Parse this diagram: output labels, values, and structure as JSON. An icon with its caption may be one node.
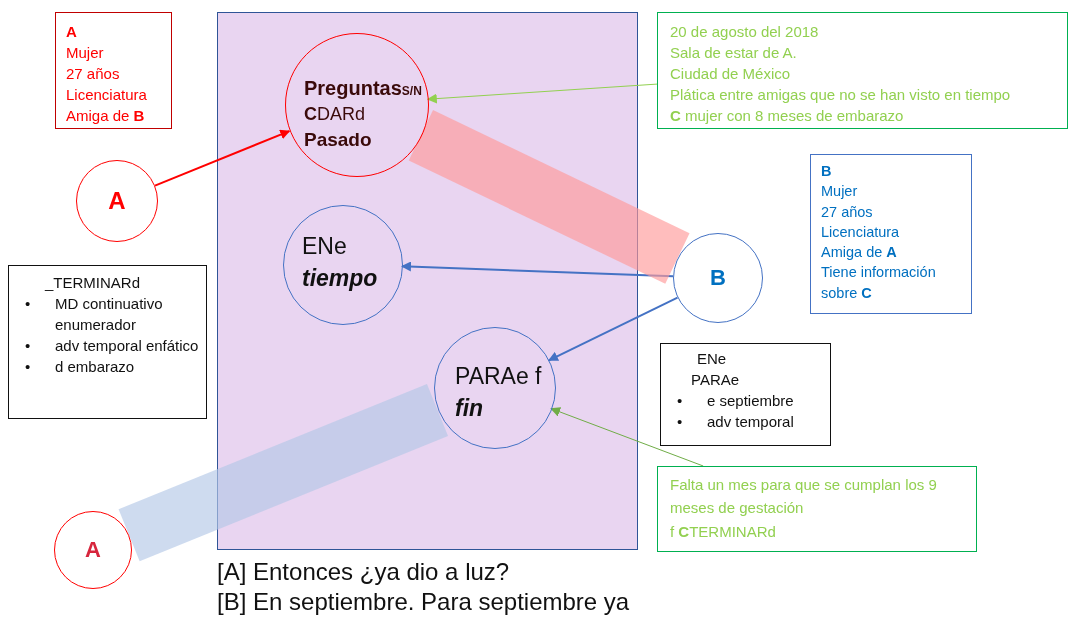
{
  "diagram": {
    "nodes": [
      {
        "text": [
          "A",
          "Mujer",
          "27 años",
          "Licenciatura",
          "Amiga de **B**"
        ]
      },
      {
        "text": [],
        "shape": "box"
      },
      {
        "text": [
          "**Preguntas**$_{S/N}$",
          "**C**DARd",
          "Pasado"
        ],
        "in": 1
      },
      {
        "text": [
          "20 de agosto del 2018",
          "Sala de estar de A.",
          "Ciudad de México",
          "Plática entre amigas que no se han visto en tiempo",
          "**C** mujer con 8 meses de embarazo"
        ]
      },
      {
        "text": [
          "A"
        ]
      },
      {
        "text": [
          "B",
          "Mujer",
          "27 años",
          "Licenciatura",
          "Amiga de **A**",
          "Tiene información sobre **C**"
        ]
      },
      {
        "text": [
          "ENe",
          "tiempo"
        ],
        "in": 1
      },
      {
        "text": [
          "B"
        ]
      },
      {
        "text": [
          "_TERMINARd",
          "• MD continuativo enumerador",
          "• adv temporal enfático",
          "• d embarazo"
        ]
      },
      {
        "text": [
          "ENe",
          "PARAe",
          "• e septiembre",
          "• adv temporal"
        ]
      },
      {
        "text": [
          "PARAe f",
          "fin"
        ],
        "in": 1
      },
      {
        "text": [
          "Falta un mes para que se cumplan los 9 meses de gestación",
          "f **C**TERMINARd"
        ]
      },
      {
        "text": [
          "A"
        ]
      }
    ],
    "edges": [
      {
        "from": 4,
        "to": 2,
        "arrow": "to",
        "color": "#ff0000"
      },
      {
        "from": 3,
        "to": 2,
        "arrow": "to",
        "color": "#92d050"
      },
      {
        "from": 7,
        "to": 6,
        "arrow": "to",
        "color": "#4472c4"
      },
      {
        "from": 7,
        "to": 10,
        "arrow": "to",
        "color": "#4472c4"
      },
      {
        "from": 11,
        "to": 10,
        "arrow": "to",
        "color": "#70ad47"
      },
      {
        "from": 7,
        "to": 2,
        "arrow": "none",
        "style": "thick",
        "color": "#ff9999"
      },
      {
        "from": 12,
        "to": 10,
        "arrow": "none",
        "style": "thick",
        "color": "#b4c7e7"
      }
    ],
    "labels": [
      "[A] Entonces ¿ya dio a luz?",
      "[B] En septiembre. Para septiembre ya"
    ]
  }
}
